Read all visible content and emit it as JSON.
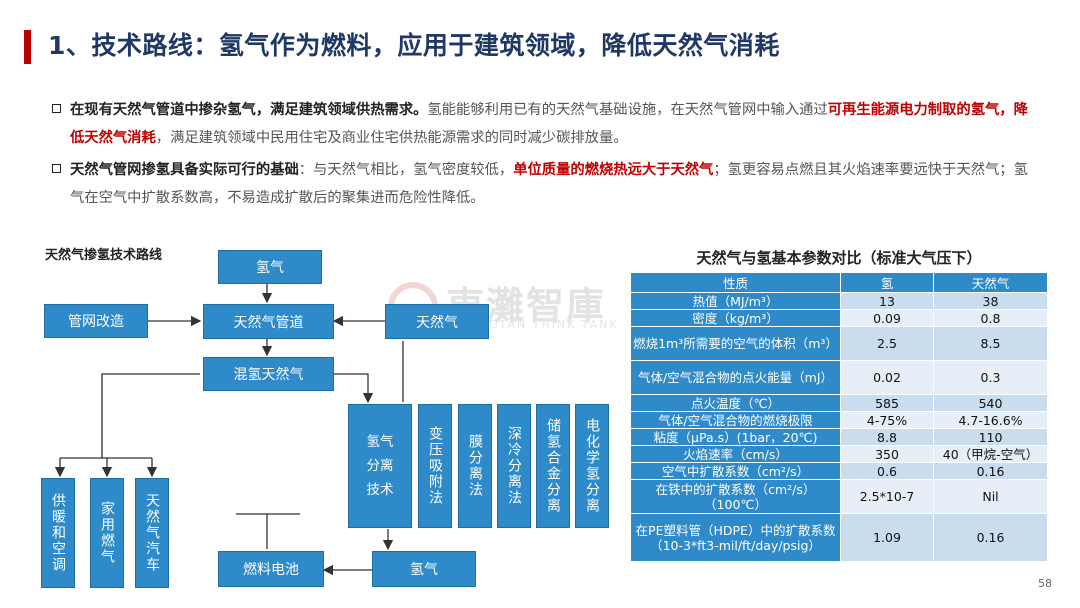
{
  "header": {
    "title": "1、技术路线：氢气作为燃料，应用于建筑领域，降低天然气消耗"
  },
  "bullets": [
    {
      "bold": "在现有天然气管道中掺杂氢气，满足建筑领域供热需求。",
      "text1": "氢能能够利用已有的天然气基础设施，在天然气管网中输入通过",
      "red": "可再生能源电力制取的氢气，降低天然气消耗",
      "text2": "，满足建筑领域中民用住宅及商业住宅供热能源需求的同时减少碳排放量。"
    },
    {
      "bold": "天然气管网掺氢具备实际可行的基础",
      "text1": "：与天然气相比，氢气密度较低，",
      "red": "单位质量的燃烧热远大于天然气",
      "text2": "；氢更容易点燃且其火焰速率要远快于天然气；氢气在空气中扩散系数高，不易造成扩散后的聚集进而危险性降低。"
    }
  ],
  "watermark": {
    "text": "東灘智庫",
    "sub": "DONGTAN THINK TANK"
  },
  "flow": {
    "title": "天然气掺氢技术路线",
    "h2_top": "氢气",
    "pipe_reform": "管网改造",
    "ng_pipe": "天然气管道",
    "ng": "天然气",
    "mixed": "混氢天然气",
    "uses": [
      "供暖和空调",
      "家用燃气",
      "天然气汽车"
    ],
    "sep_main": "氢气\n分离\n技术",
    "methods": [
      "变压吸附法",
      "膜分离法",
      "深冷分离法",
      "储氢合金分离",
      "电化学氢分离"
    ],
    "fuel_cell": "燃料电池",
    "h2_bottom": "氢气"
  },
  "table": {
    "title": "天然气与氢基本参数对比（标准大气压下）",
    "headers": [
      "性质",
      "氢",
      "天然气"
    ],
    "rows": [
      [
        "热值（MJ/m³）",
        "13",
        "38"
      ],
      [
        "密度（kg/m³）",
        "0.09",
        "0.8"
      ],
      [
        "燃烧1m³所需要的空气的体积（m³）",
        "2.5",
        "8.5"
      ],
      [
        "气体/空气混合物的点火能量（mJ）",
        "0.02",
        "0.3"
      ],
      [
        "点火温度（℃）",
        "585",
        "540"
      ],
      [
        "气体/空气混合物的燃烧极限",
        "4-75%",
        "4.7-16.6%"
      ],
      [
        "粘度（μPa.s）(1bar，20℃)",
        "8.8",
        "110"
      ],
      [
        "火焰速率（cm/s）",
        "350",
        "40（甲烷-空气）"
      ],
      [
        "空气中扩散系数（cm²/s）",
        "0.6",
        "0.16"
      ],
      [
        "在铁中的扩散系数（cm²/s）（100℃）",
        "2.5*10-7",
        "Nil"
      ],
      [
        "在PE塑料管（HDPE）中的扩散系数（10-3*ft3-mil/ft/day/psig）",
        "1.09",
        "0.16"
      ]
    ]
  },
  "page": {
    "number": "58"
  },
  "colors": {
    "accent_red": "#c00000",
    "box_blue": "#2e8ac9",
    "title_navy": "#1f3864"
  }
}
